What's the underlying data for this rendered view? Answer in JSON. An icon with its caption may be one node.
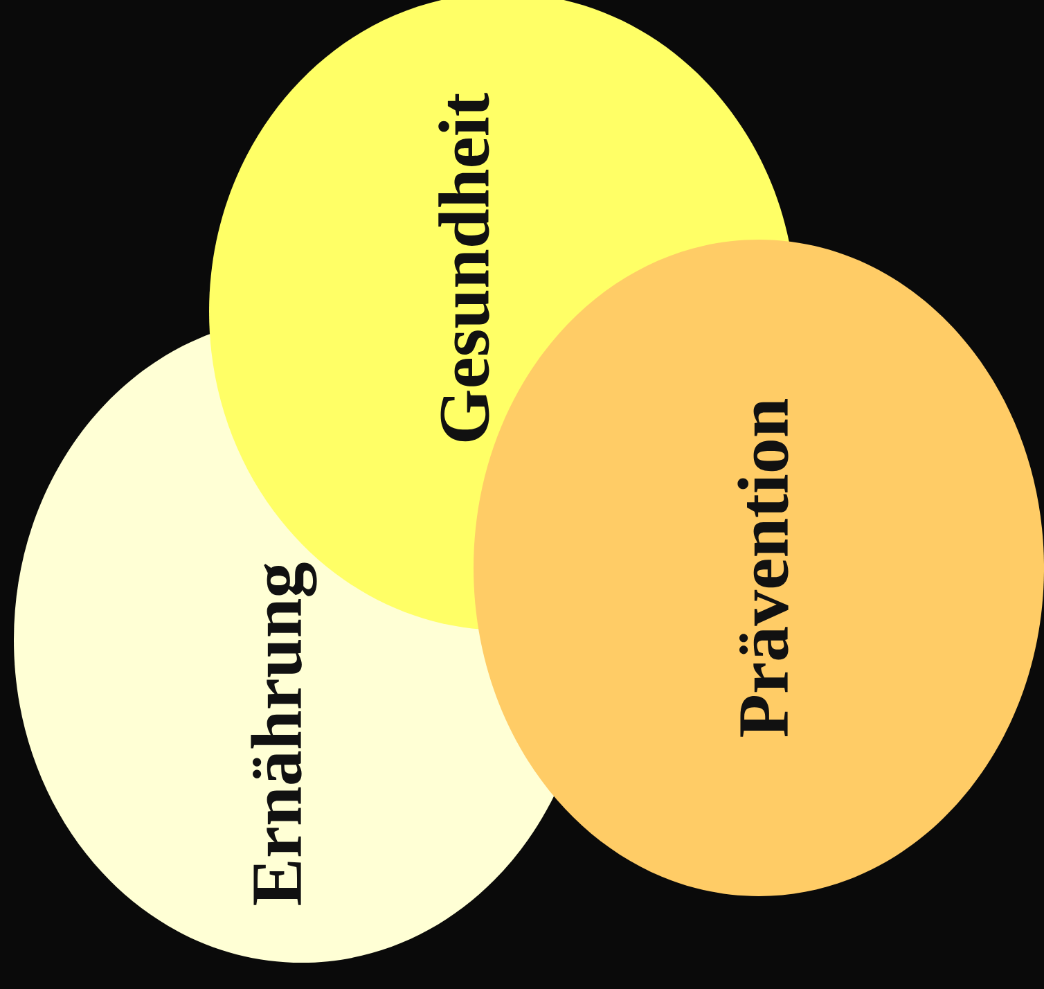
{
  "diagram": {
    "nodes": [
      {
        "text": [
          "Ernährung"
        ]
      },
      {
        "text": [
          "Gesundheit"
        ]
      },
      {
        "text": [
          "Prävention"
        ]
      }
    ]
  }
}
